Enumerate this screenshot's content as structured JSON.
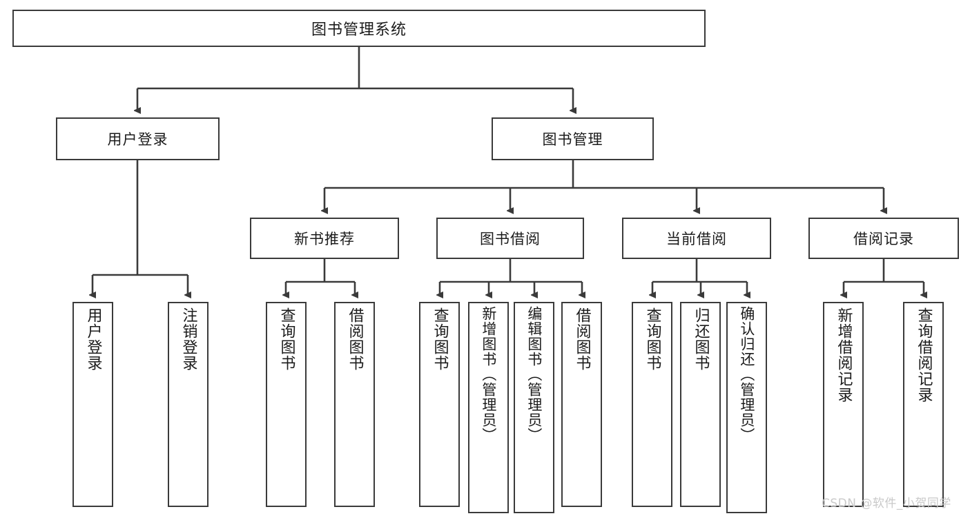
{
  "diagram": {
    "title": "图书管理系统",
    "watermark": "CSDN @软件_小贺同学",
    "line_color": "#3a3a3a",
    "box_fill": "#ffffff",
    "text_color": "#1b1b1b",
    "watermark_color": "#c9c9c9"
  },
  "nodes": {
    "root": {
      "label": "图书管理系统"
    },
    "level2": [
      {
        "label": "用户登录"
      },
      {
        "label": "图书管理"
      }
    ],
    "level3": [
      {
        "label": "新书推荐"
      },
      {
        "label": "图书借阅"
      },
      {
        "label": "当前借阅"
      },
      {
        "label": "借阅记录"
      }
    ],
    "leaves": {
      "user_login": [
        {
          "label": "用户登录"
        },
        {
          "label": "注销登录"
        }
      ],
      "new_book_recommend": [
        {
          "label": "查询图书"
        },
        {
          "label": "借阅图书"
        }
      ],
      "book_borrow": [
        {
          "label": "查询图书"
        },
        {
          "label": "新增图书（管理员）"
        },
        {
          "label": "编辑图书（管理员）"
        },
        {
          "label": "借阅图书"
        }
      ],
      "current_borrow": [
        {
          "label": "查询图书"
        },
        {
          "label": "归还图书"
        },
        {
          "label": "确认归还（管理员）"
        }
      ],
      "borrow_record": [
        {
          "label": "新增借阅记录"
        },
        {
          "label": "查询借阅记录"
        }
      ]
    }
  }
}
